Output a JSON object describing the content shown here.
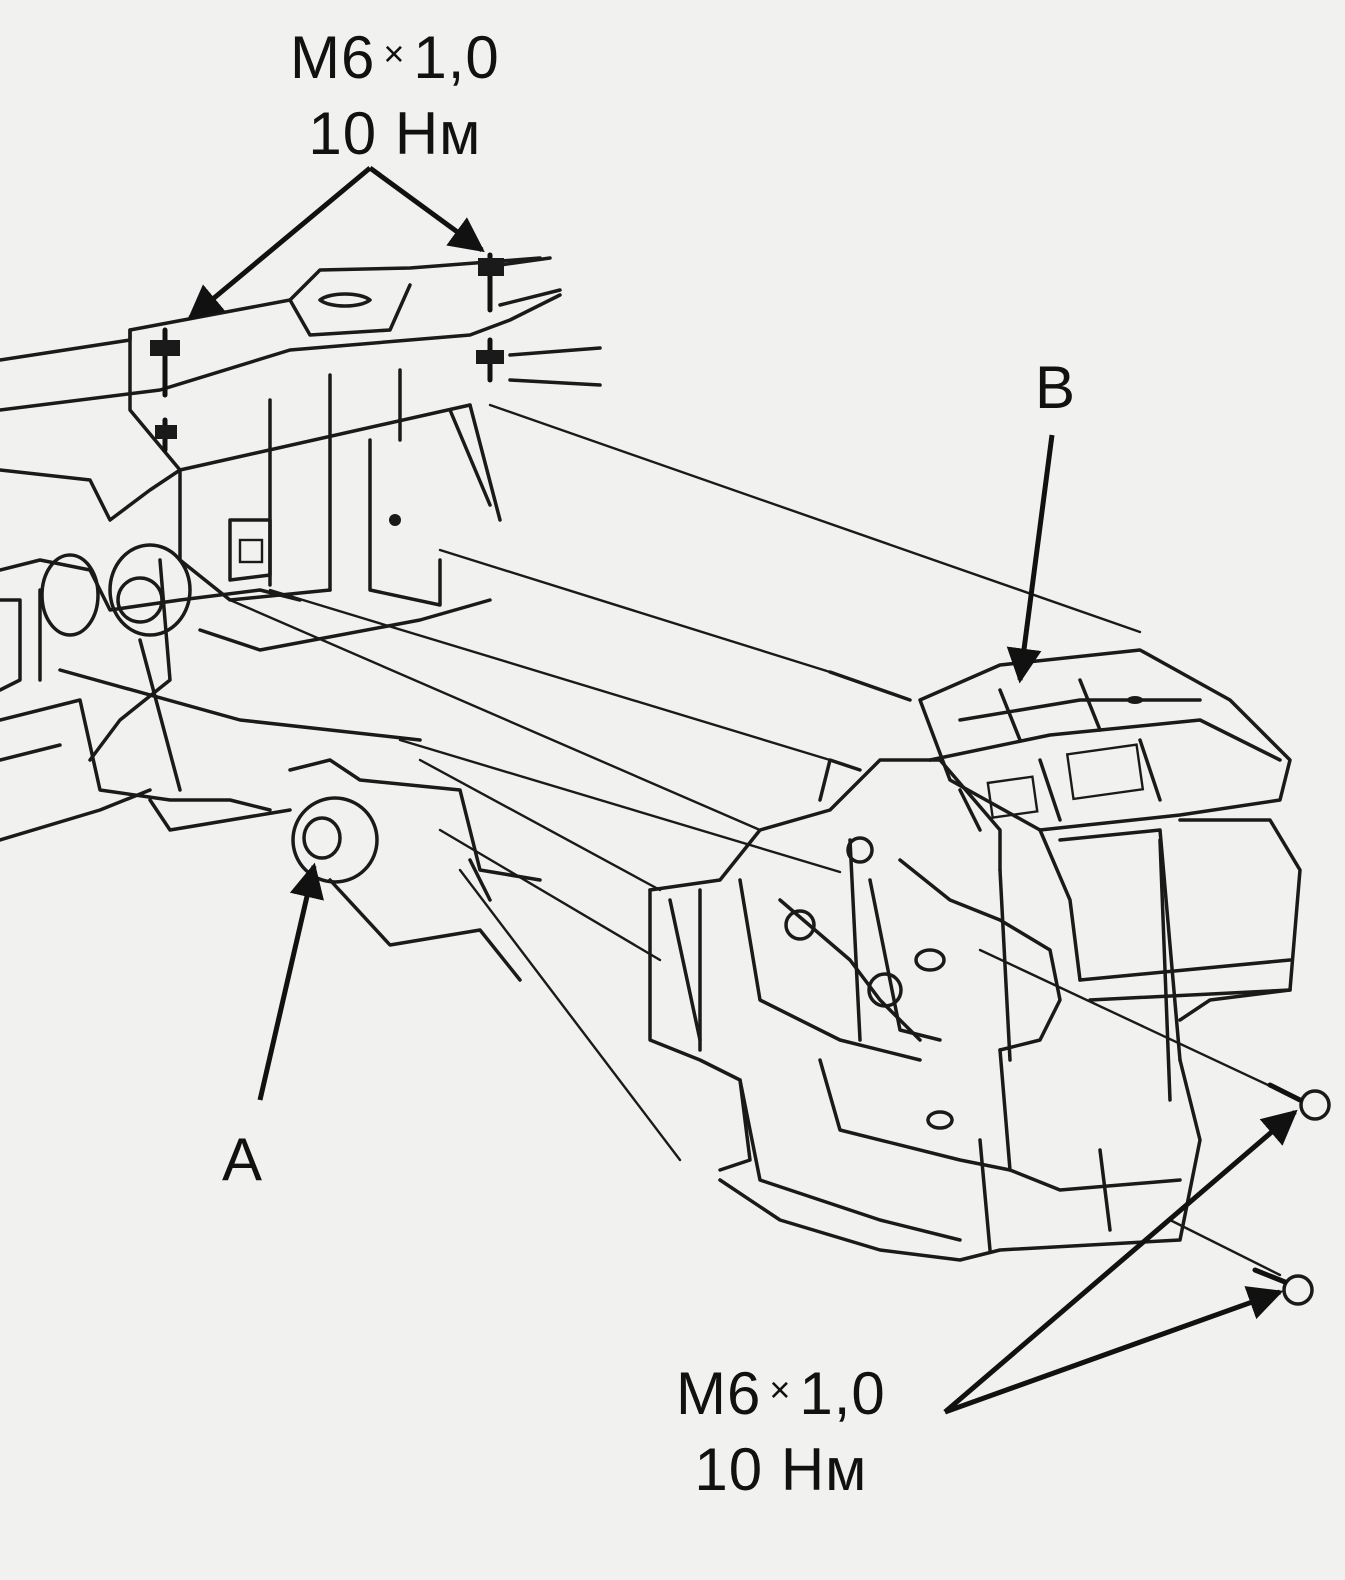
{
  "labels": {
    "top_bolt": {
      "line1": "M6",
      "times": "×",
      "line1b": "1,0",
      "line2": "10 Нм"
    },
    "bottom_bolt": {
      "line1": "M6",
      "times": "×",
      "line1b": "1,0",
      "line2": "10 Нм"
    },
    "part_a": "A",
    "part_b": "B"
  },
  "colors": {
    "ink": "#111111",
    "paper": "#f1f1ef"
  }
}
